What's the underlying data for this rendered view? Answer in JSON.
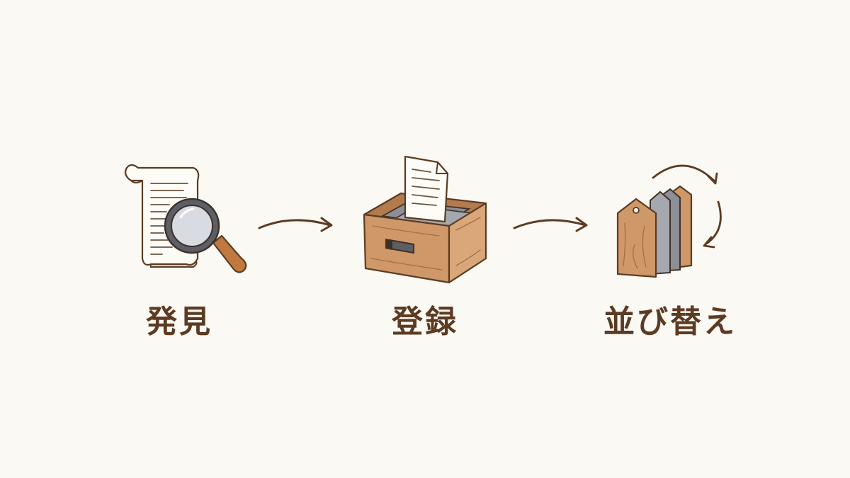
{
  "colors": {
    "background": "#fbf9f4",
    "label_text": "#5c3b22",
    "outline": "#5c3b22",
    "wood": "#cf9868",
    "wood_dark": "#b37a4d",
    "slate": "#8c8f96",
    "paper": "#fdfcf7"
  },
  "flow": {
    "steps": [
      {
        "label": "発見",
        "icon": "scroll-magnifier-icon"
      },
      {
        "label": "登録",
        "icon": "file-drawer-icon"
      },
      {
        "label": "並び替え",
        "icon": "sorting-tags-icon"
      }
    ],
    "connectors": [
      "arrow-right-icon",
      "arrow-right-icon"
    ]
  }
}
